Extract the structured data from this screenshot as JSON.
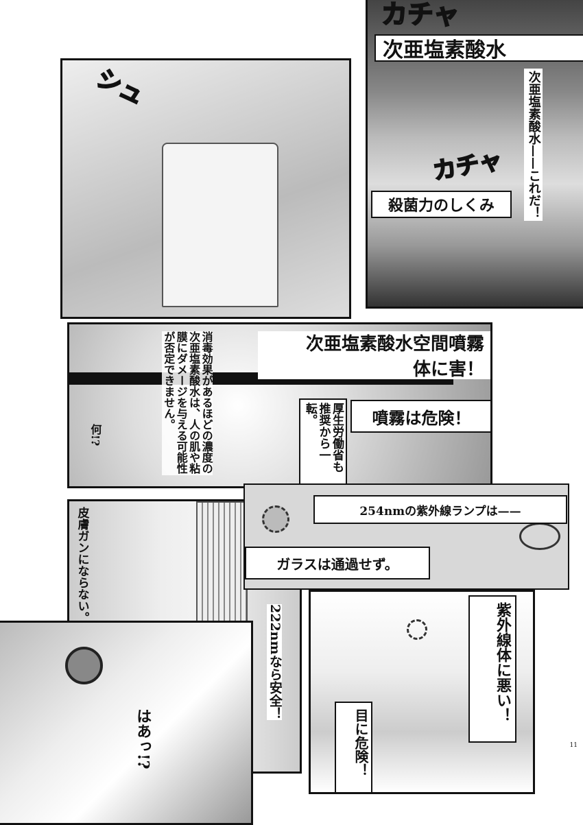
{
  "page_number": "11",
  "panels": {
    "p1": {
      "sfx_top": "カチャ",
      "header": "次亜塩素酸水",
      "vertical": "次亜塩素酸水——これだ！",
      "caption": "殺菌力のしくみ",
      "sfx_bottom": "カチャ"
    },
    "p2": {
      "sfx": "シュ"
    },
    "p3": {
      "title_line1": "次亜塩素酸水空間噴霧",
      "title_line2": "体に害！",
      "warning": "噴霧は危険！",
      "ministry": "厚生労働省も推奨から一転。",
      "body": "消毒効果があるほどの濃度の次亜塩素酸水は、人の肌や粘膜にダメージを与える可能性が否定できません。",
      "exclaim": "何!?"
    },
    "p4": {
      "line1": "254nmの紫外線ランプは——",
      "line2": "ガラスは通過せず。"
    },
    "p5": {
      "skin": "皮膚ガンにならない。",
      "safe": "222nmなら安全！"
    },
    "p6": {
      "gasp": "はあっ!?"
    },
    "p7": {
      "bad": "紫外線体に悪い！",
      "eyes": "目に危険！"
    }
  }
}
